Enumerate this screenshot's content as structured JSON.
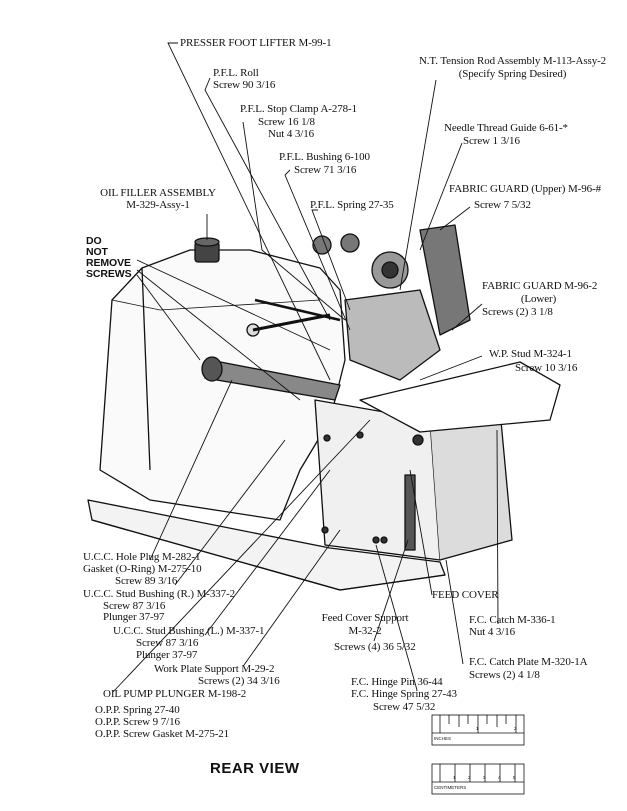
{
  "labels": {
    "presser_foot_lifter": "PRESSER FOOT LIFTER M-99-1",
    "pfl_roll": "P.F.L. Roll",
    "pfl_roll_screw": "Screw 90 3/16",
    "nt_tension_rod": "N.T. Tension Rod Assembly M-113-Assy-2",
    "nt_tension_rod_note": "(Specify Spring Desired)",
    "pfl_stop_clamp": "P.F.L. Stop Clamp A-278-1",
    "pfl_stop_clamp_screw": "Screw 16 1/8",
    "pfl_stop_clamp_nut": "Nut 4 3/16",
    "needle_thread_guide": "Needle Thread Guide 6-61-*",
    "needle_thread_guide_screw": "Screw 1 3/16",
    "pfl_bushing": "P.F.L. Bushing 6-100",
    "pfl_bushing_screw": "Screw 71 3/16",
    "oil_filler": "OIL FILLER ASSEMBLY",
    "oil_filler_part": "M-329-Assy-1",
    "fabric_guard_upper": "FABRIC GUARD (Upper) M-96-#",
    "fabric_guard_upper_screw": "Screw 7 5/32",
    "pfl_spring": "P.F.L. Spring 27-35",
    "do_not": "DO",
    "do_not_2": "NOT",
    "do_not_3": "REMOVE",
    "do_not_4": "SCREWS",
    "fabric_guard": "FABRIC GUARD M-96-2",
    "fabric_guard_lower": "(Lower)",
    "fabric_guard_screws": "Screws (2) 3 1/8",
    "wp_stud": "W.P. Stud M-324-1",
    "wp_stud_screw": "Screw 10 3/16",
    "ucc_hole_plug": "U.C.C. Hole Plug M-282-1",
    "gasket": "Gasket (O-Ring) M-275-10",
    "gasket_screw": "Screw 89 3/16",
    "ucc_stud_r": "U.C.C. Stud Bushing (R.) M-337-2",
    "ucc_stud_r_screw": "Screw 87 3/16",
    "ucc_stud_r_plunger": "Plunger 37-97",
    "feed_cover": "FEED COVER",
    "feed_cover_support": "Feed Cover Support",
    "feed_cover_support_part": "M-32-2",
    "feed_cover_support_screws": "Screws (4) 36 5/32",
    "fc_catch": "F.C. Catch M-336-1",
    "fc_catch_nut": "Nut 4 3/16",
    "ucc_stud_l": "U.C.C. Stud Bushing (L.) M-337-1",
    "ucc_stud_l_screw": "Screw 87 3/16",
    "ucc_stud_l_plunger": "Plunger 37-97",
    "work_plate_support": "Work Plate Support M-29-2",
    "work_plate_support_screws": "Screws (2) 34 3/16",
    "fc_catch_plate": "F.C. Catch Plate M-320-1A",
    "fc_catch_plate_screws": "Screws (2) 4 1/8",
    "oil_pump_plunger": "OIL PUMP PLUNGER M-198-2",
    "opp_spring": "O.P.P. Spring 27-40",
    "opp_screw": "O.P.P. Screw 9 7/16",
    "opp_screw_gasket": "O.P.P. Screw Gasket M-275-21",
    "fc_hinge_pin": "F.C. Hinge Pin 36-44",
    "fc_hinge_spring": "F.C. Hinge Spring 27-43",
    "fc_hinge_screw": "Screw 47 5/32"
  },
  "title": "REAR VIEW",
  "rulers": {
    "inches_label": "INCHES",
    "inches_ticks": [
      "1",
      "2"
    ],
    "cm_label": "CENTIMETERS",
    "cm_ticks": [
      "1",
      "2",
      "3",
      "4",
      "5"
    ]
  }
}
